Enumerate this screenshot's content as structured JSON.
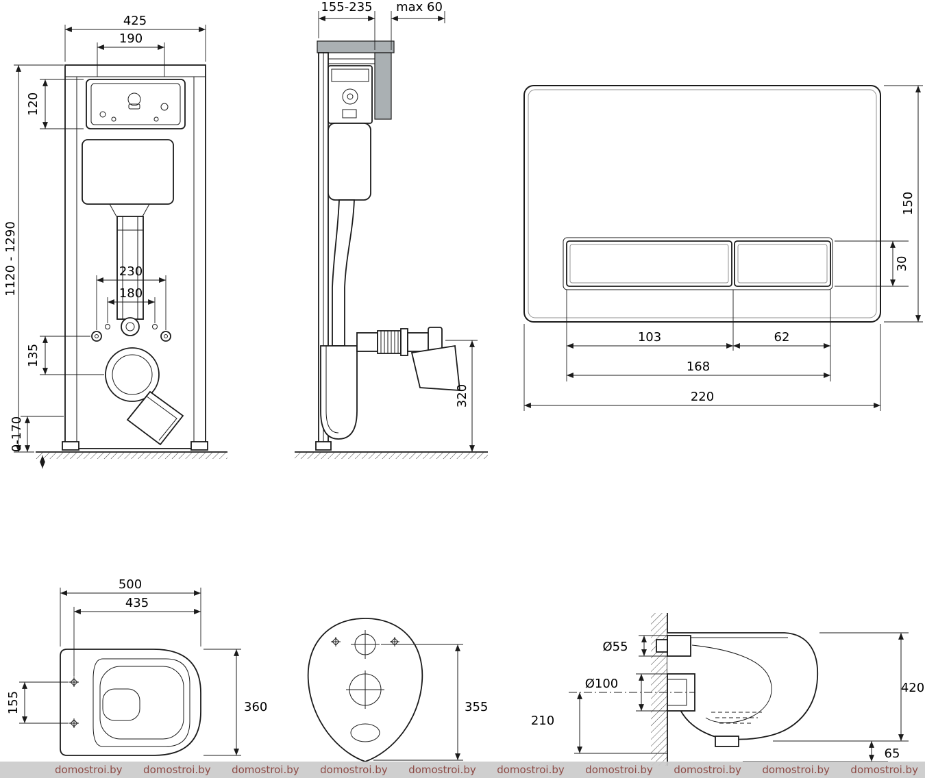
{
  "watermark": {
    "text": "domostroi.by"
  },
  "views": {
    "frame_front": {
      "dims": {
        "frame_width": "425",
        "access_width": "190",
        "access_height": "120",
        "frame_height": "1120 - 1290",
        "fixing_span_outer": "230",
        "fixing_span_inner": "180",
        "outlet_offset": "135",
        "leg_adjust": "0-170"
      }
    },
    "frame_side": {
      "dims": {
        "depth": "155-235",
        "max_wall": "max 60",
        "outlet_height": "320"
      }
    },
    "flush_plate": {
      "dims": {
        "height": "150",
        "button_height": "30",
        "big_button_width": "103",
        "small_button_width": "62",
        "buttons_width": "168",
        "width": "220"
      }
    },
    "bowl_top": {
      "dims": {
        "length": "500",
        "bolt_to_front": "435",
        "bolt_span": "155",
        "width": "360"
      }
    },
    "bowl_bottom": {
      "dims": {
        "length": "355"
      }
    },
    "bowl_side": {
      "dims": {
        "inlet_diameter": "Ø55",
        "outlet_diameter": "Ø100",
        "outlet_axis_height": "210",
        "height": "420",
        "bottom_gap": "65"
      }
    }
  }
}
